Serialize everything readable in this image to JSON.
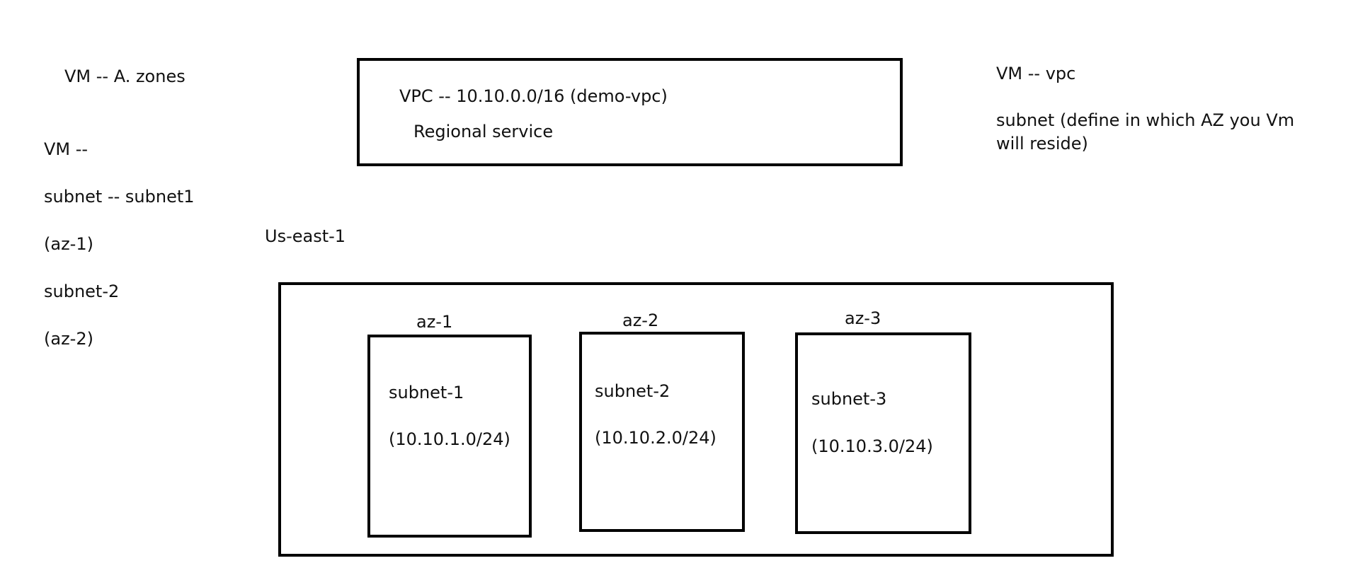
{
  "left_notes": {
    "vm_zones": "VM -- A. zones",
    "vm": "VM --",
    "subnet_1": "subnet -- subnet1",
    "az_1": "(az-1)",
    "subnet_2": "subnet-2",
    "az_2": "(az-2)"
  },
  "vpc_box": {
    "title": "VPC -- 10.10.0.0/16 (demo-vpc)",
    "subtitle": "Regional service"
  },
  "right_notes": {
    "vm_vpc": "VM -- vpc",
    "subnet_note": "subnet (define in which AZ you Vm will reside)"
  },
  "region": {
    "label": "Us-east-1",
    "zones": [
      {
        "az": "az-1",
        "subnet": "subnet-1",
        "cidr": "(10.10.1.0/24)"
      },
      {
        "az": "az-2",
        "subnet": "subnet-2",
        "cidr": "(10.10.2.0/24)"
      },
      {
        "az": "az-3",
        "subnet": "subnet-3",
        "cidr": "(10.10.3.0/24)"
      }
    ]
  }
}
